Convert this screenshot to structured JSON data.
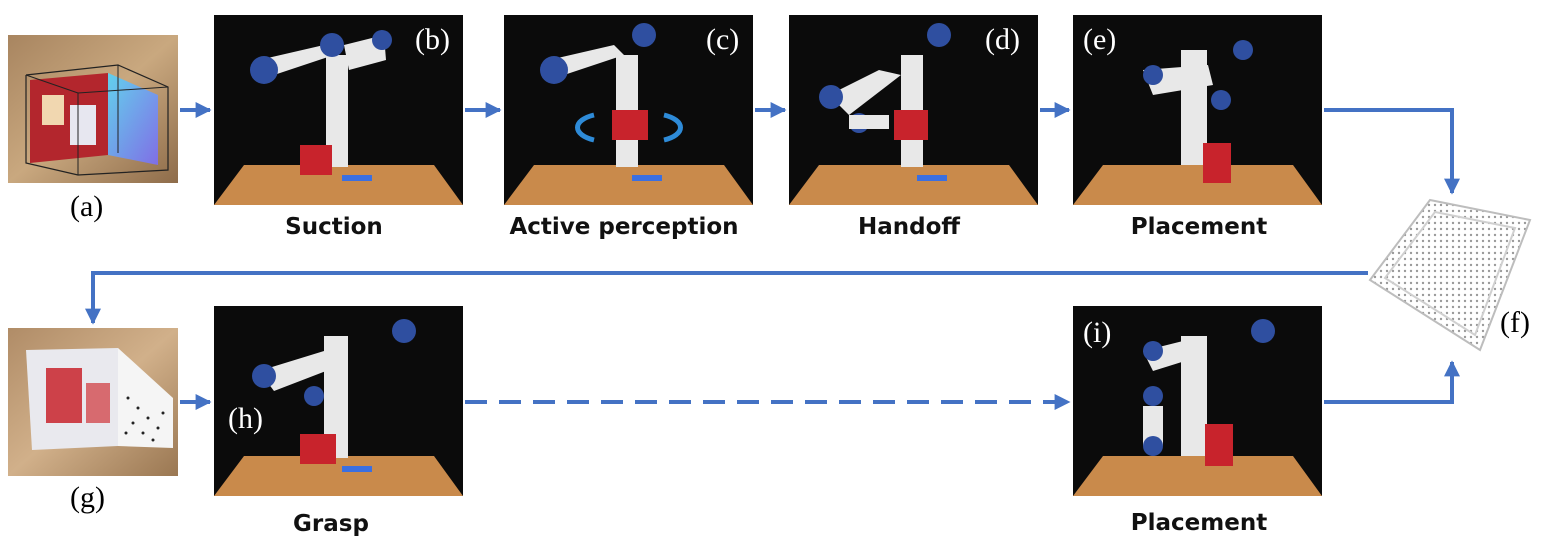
{
  "labels": {
    "a": "(a)",
    "b": "(b)",
    "c": "(c)",
    "d": "(d)",
    "e": "(e)",
    "f": "(f)",
    "g": "(g)",
    "h": "(h)",
    "i": "(i)"
  },
  "captions": {
    "b": "Suction",
    "c": "Active perception",
    "d": "Handoff",
    "e": "Placement",
    "h": "Grasp",
    "i": "Placement"
  },
  "colors": {
    "arrow": "#4472c4",
    "table": "#c98a4b",
    "robot_body": "#e8e8e8",
    "robot_blue": "#2f4fa0",
    "box_red": "#c8232c",
    "target_pad": "#3b6fe0"
  }
}
